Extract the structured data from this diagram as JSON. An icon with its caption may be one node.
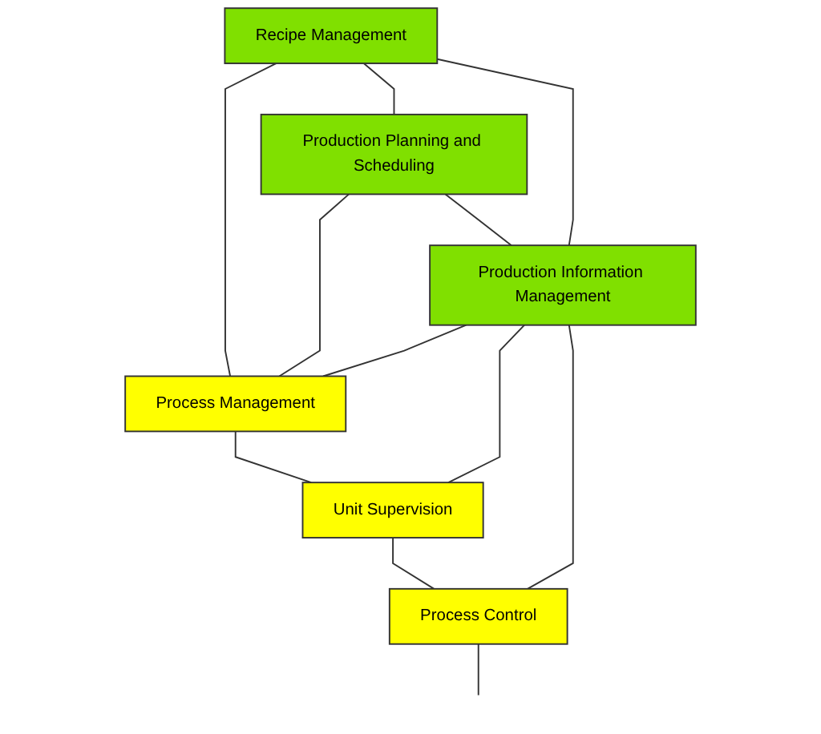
{
  "diagram": {
    "nodes": [
      {
        "text": [
          "Recipe Management"
        ]
      },
      {
        "text": [
          "Production Planning and Scheduling"
        ]
      },
      {
        "text": [
          "Production Information Management"
        ]
      },
      {
        "text": [
          "Process Management"
        ]
      },
      {
        "text": [
          "Unit Supervision"
        ]
      },
      {
        "text": [
          "Process Control"
        ]
      }
    ],
    "edges": [
      {
        "from": 0,
        "to": 1,
        "arrow": "none"
      },
      {
        "from": 1,
        "to": 2,
        "arrow": "none"
      },
      {
        "from": 0,
        "to": 2,
        "arrow": "none"
      },
      {
        "from": 0,
        "to": 3,
        "arrow": "none"
      },
      {
        "from": 1,
        "to": 3,
        "arrow": "none"
      },
      {
        "from": 2,
        "to": 3,
        "arrow": "none"
      },
      {
        "from": 3,
        "to": 4,
        "arrow": "none"
      },
      {
        "from": 2,
        "to": 4,
        "arrow": "none"
      },
      {
        "from": 4,
        "to": 5,
        "arrow": "none"
      },
      {
        "from": 2,
        "to": 5,
        "arrow": "none"
      },
      {
        "from": 5,
        "to": null,
        "arrow": "none"
      }
    ]
  }
}
